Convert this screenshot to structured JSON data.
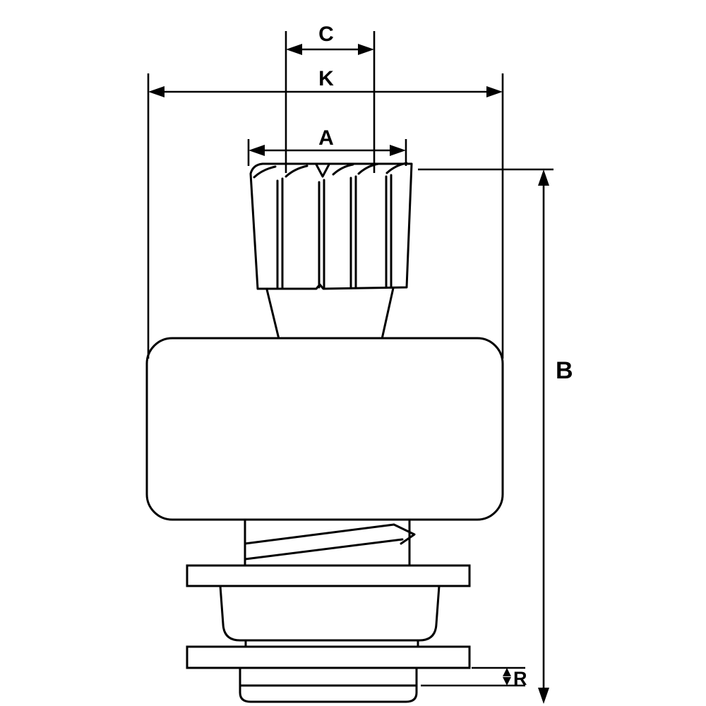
{
  "labels": {
    "c": "C",
    "k": "K",
    "a": "A",
    "b": "B",
    "r": "R"
  },
  "colors": {
    "line": "#000000",
    "background": "#ffffff"
  }
}
